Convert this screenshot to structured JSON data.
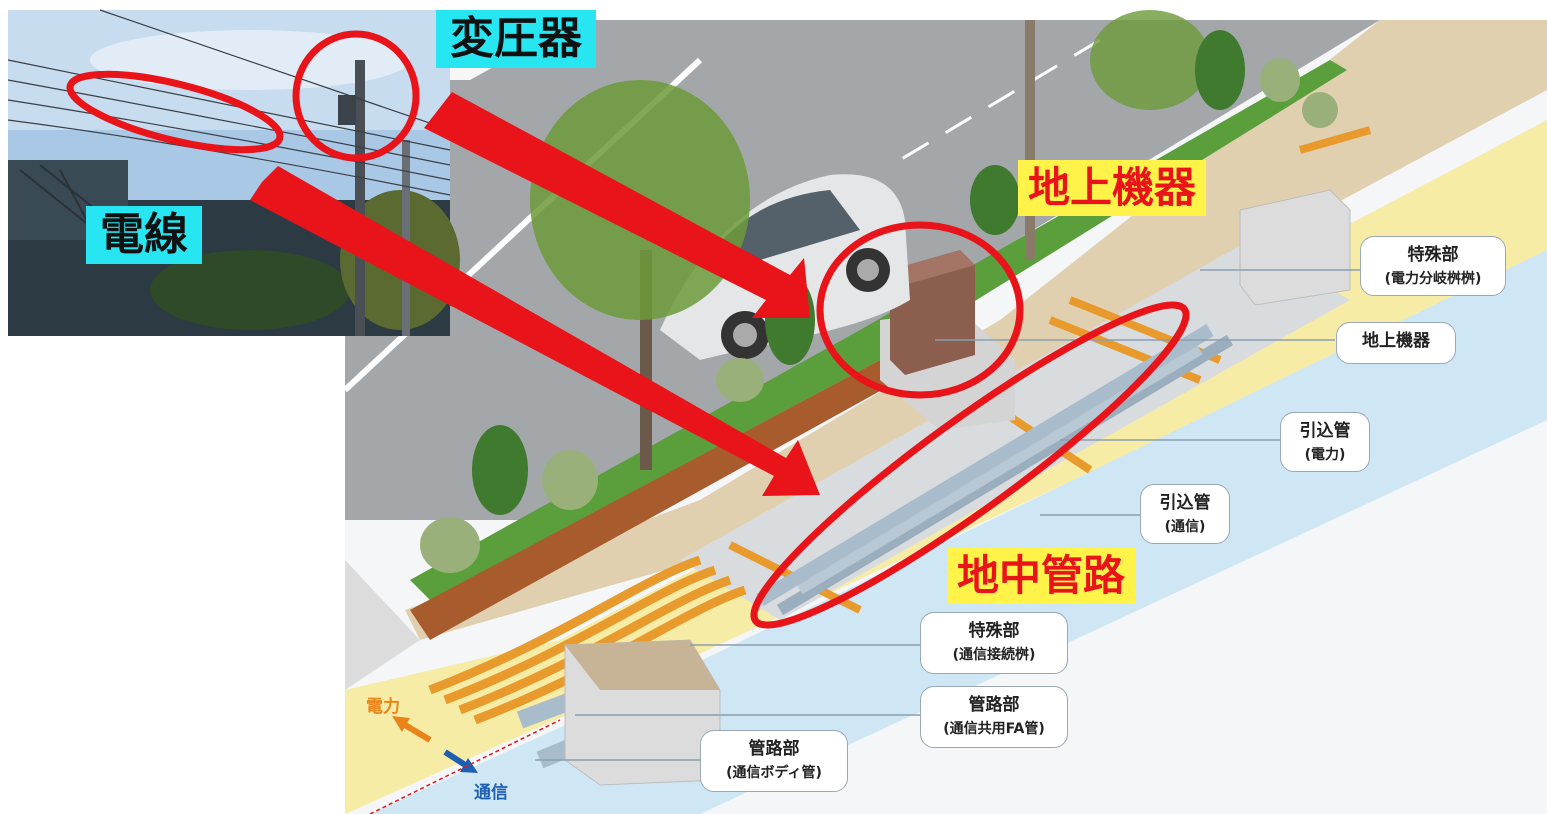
{
  "labels": {
    "henatsuki": "変圧器",
    "densen": "電線",
    "chijou_kiki": "地上機器",
    "chichuu_kanro": "地中管路"
  },
  "callouts": {
    "tokushubu_power": {
      "title": "特殊部",
      "sub": "(電力分岐桝桝)"
    },
    "chijou_kiki": {
      "title": "地上機器"
    },
    "hikikomi_power": {
      "title": "引込管",
      "sub": "(電力)"
    },
    "hikikomi_comm": {
      "title": "引込管",
      "sub": "(通信)"
    },
    "tokushubu_comm": {
      "title": "特殊部",
      "sub": "(通信接続桝)"
    },
    "kanrobu_fa": {
      "title": "管路部",
      "sub": "(通信共用FA管)"
    },
    "kanrobu_body": {
      "title": "管路部",
      "sub": "(通信ボディ管)"
    }
  },
  "directions": {
    "power": "電力",
    "comm": "通信"
  },
  "colors": {
    "highlight_red": "#e8141a",
    "cyan_tag": "#27e6f2",
    "yellow_tag": "#fff34a",
    "power_pipe": "#e89a2c",
    "comm_pipe": "#a9bccb"
  }
}
